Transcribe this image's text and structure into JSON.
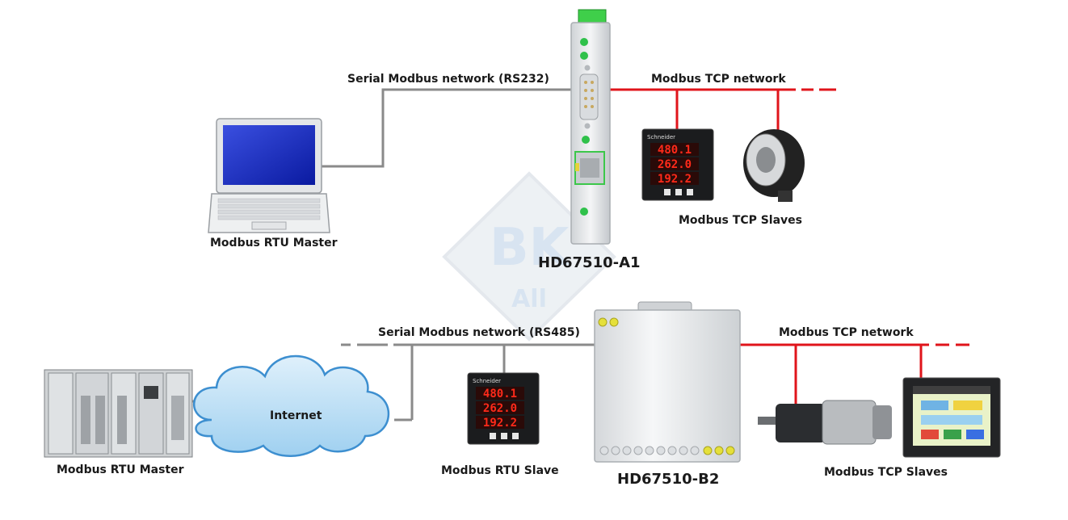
{
  "top": {
    "serial_label": "Serial Modbus network (RS232)",
    "tcp_label": "Modbus TCP network",
    "master_label": "Modbus RTU Master",
    "device_label": "HD67510-A1",
    "slaves_label": "Modbus TCP Slaves",
    "meter": {
      "brand": "Schneider",
      "r1": "480.1",
      "r2": "262.0",
      "r3": "192.2"
    }
  },
  "bottom": {
    "serial_label": "Serial Modbus network (RS485)",
    "tcp_label": "Modbus TCP network",
    "master_label": "Modbus RTU Master",
    "cloud_label": "Internet",
    "slave_label": "Modbus RTU Slave",
    "device_label": "HD67510-B2",
    "slaves_label": "Modbus TCP Slaves",
    "meter": {
      "brand": "Schneider",
      "r1": "480.1",
      "r2": "262.0",
      "r3": "192.2"
    }
  },
  "watermark": "BK ALL",
  "colors": {
    "serial_line": "#8a8a8a",
    "tcp_line": "#e0141b",
    "led_green": "#2fc14a",
    "meter_red": "#ff2a1a"
  }
}
